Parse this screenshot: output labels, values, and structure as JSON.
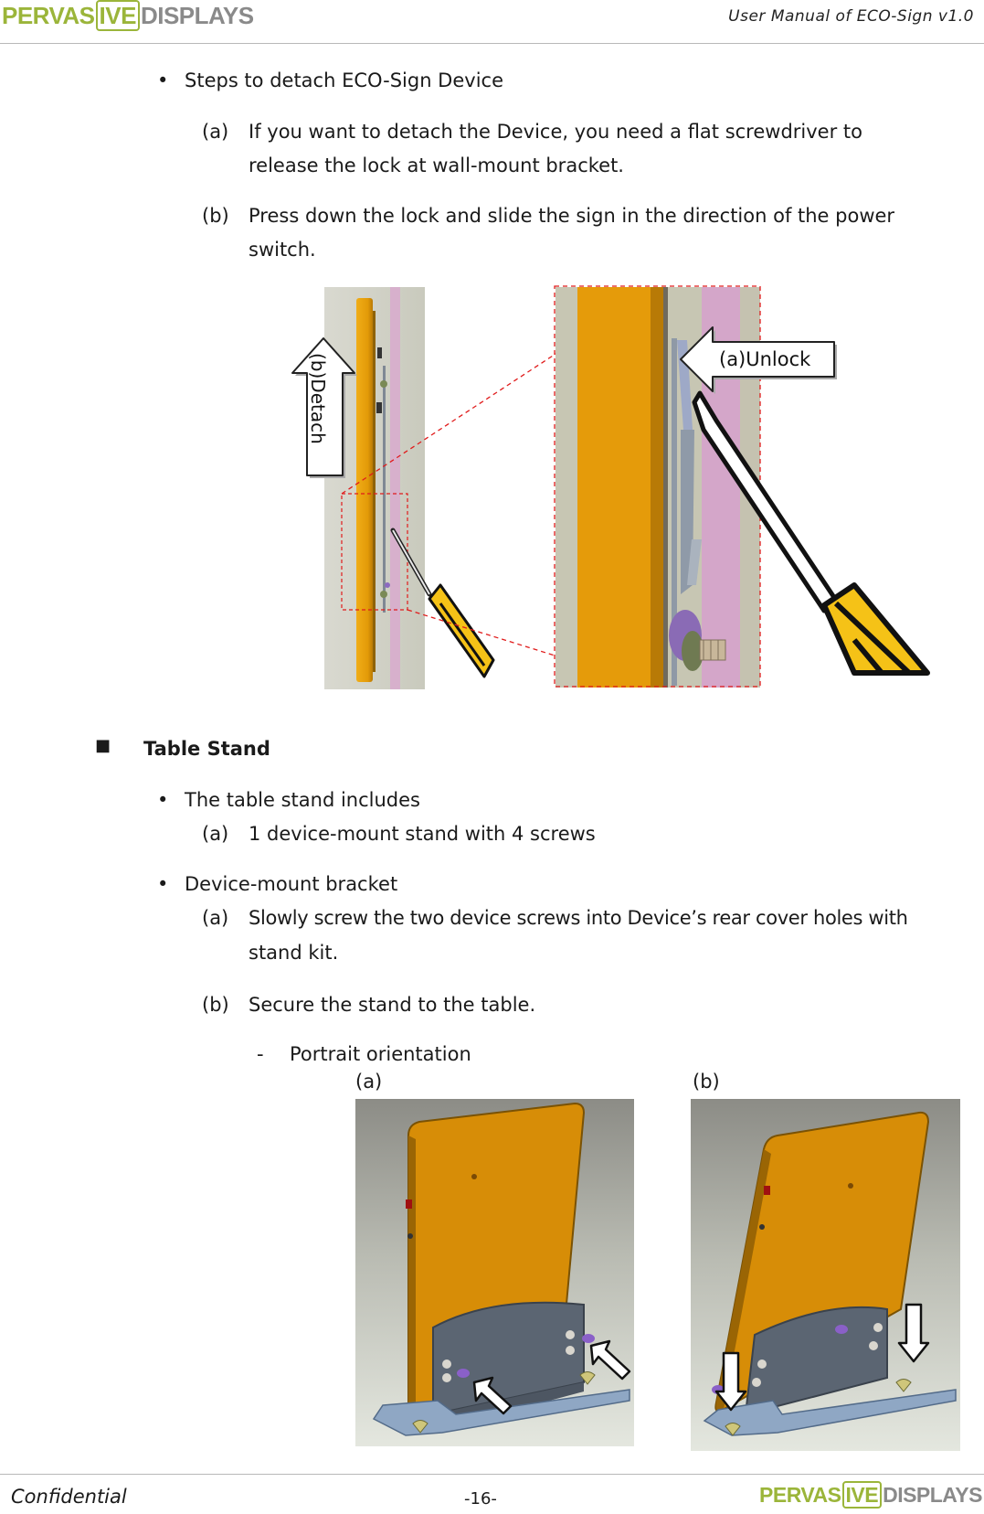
{
  "header": {
    "logo": {
      "part1": "PERVAS",
      "part2": "IVE",
      "part3": "DISPLAYS"
    },
    "title": "User Manual of ECO-Sign v1.0"
  },
  "detach": {
    "bullet": "•",
    "heading": "Steps to detach ECO-Sign Device",
    "steps": [
      {
        "marker": "(a)",
        "line1": "If you want to detach the Device, you need a flat screwdriver to",
        "line2": "release the lock at wall-mount bracket."
      },
      {
        "marker": "(b)",
        "line1": "Press down the lock and slide the sign in the direction of the power",
        "line2": "switch."
      }
    ],
    "figure": {
      "detach_label": "(b)Detach",
      "unlock_label": "(a)Unlock"
    }
  },
  "table_stand": {
    "square": "■",
    "heading": "Table Stand",
    "includes": {
      "bullet": "•",
      "heading": "The table stand includes",
      "items": [
        {
          "marker": "(a)",
          "text": "1 device-mount stand with 4 screws"
        }
      ]
    },
    "bracket": {
      "bullet": "•",
      "heading": "Device-mount bracket",
      "steps": [
        {
          "marker": "(a)",
          "line1": "Slowly screw the two device screws into Device’s rear cover holes with",
          "line2": "stand kit."
        },
        {
          "marker": "(b)",
          "line1": "Secure the stand to the table.",
          "line2": ""
        }
      ]
    },
    "portrait": {
      "dash": "-",
      "label": "Portrait orientation",
      "caption_a": "(a)",
      "caption_b": "(b)"
    }
  },
  "footer": {
    "left": "Confidential",
    "page": "-16-",
    "logo": {
      "part1": "PERVAS",
      "part2": "IVE",
      "part3": "DISPLAYS"
    }
  },
  "colors": {
    "logo_green": "#9bb53a",
    "device_orange": "#e59b0a",
    "wall_pink": "#d4a6c9",
    "bracket_grey": "#9ea7b3",
    "dashed_red": "#e01b1b"
  }
}
